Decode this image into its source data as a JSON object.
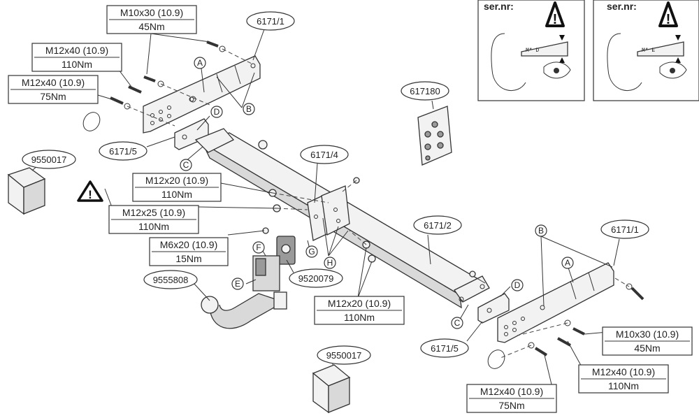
{
  "torque_labels": {
    "m10x30_top": {
      "spec": "M10x30 (10.9)",
      "torque": "45Nm"
    },
    "m12x40_110_top": {
      "spec": "M12x40 (10.9)",
      "torque": "110Nm"
    },
    "m12x40_75_top": {
      "spec": "M12x40 (10.9)",
      "torque": "75Nm"
    },
    "m12x20_upper": {
      "spec": "M12x20 (10.9)",
      "torque": "110Nm"
    },
    "m12x25": {
      "spec": "M12x25 (10.9)",
      "torque": "110Nm"
    },
    "m6x20": {
      "spec": "M6x20 (10.9)",
      "torque": "15Nm"
    },
    "m12x20_lower": {
      "spec": "M12x20 (10.9)",
      "torque": "110Nm"
    },
    "m10x30_right": {
      "spec": "M10x30 (10.9)",
      "torque": "45Nm"
    },
    "m12x40_110_right": {
      "spec": "M12x40 (10.9)",
      "torque": "110Nm"
    },
    "m12x40_75_bottom": {
      "spec": "M12x40 (10.9)",
      "torque": "75Nm"
    }
  },
  "part_numbers": {
    "p6171_1_top": "6171/1",
    "p6171_5_left": "6171/5",
    "p9550017_left": "9550017",
    "p617180": "617180",
    "p6171_4": "6171/4",
    "p6171_2": "6171/2",
    "p6171_1_right": "6171/1",
    "p9555808": "9555808",
    "p9520079": "9520079",
    "p6171_5_bottom": "6171/5",
    "p9550017_bottom": "9550017"
  },
  "letters": {
    "a_top": "A",
    "b_top": "B",
    "c_left": "C",
    "d_top": "D",
    "g": "G",
    "h": "H",
    "f": "F",
    "e": "E",
    "b_right": "B",
    "a_right": "A",
    "c_bottom": "C",
    "d_bottom": "D"
  },
  "serial_panels": {
    "left": {
      "title": "ser.nr:",
      "code": "M* D"
    },
    "right": {
      "title": "ser.nr:",
      "code": "M* E"
    }
  },
  "warning_icons": [
    "warning-triangle-icon"
  ],
  "colors": {
    "line": "#333333",
    "background": "#ffffff"
  }
}
